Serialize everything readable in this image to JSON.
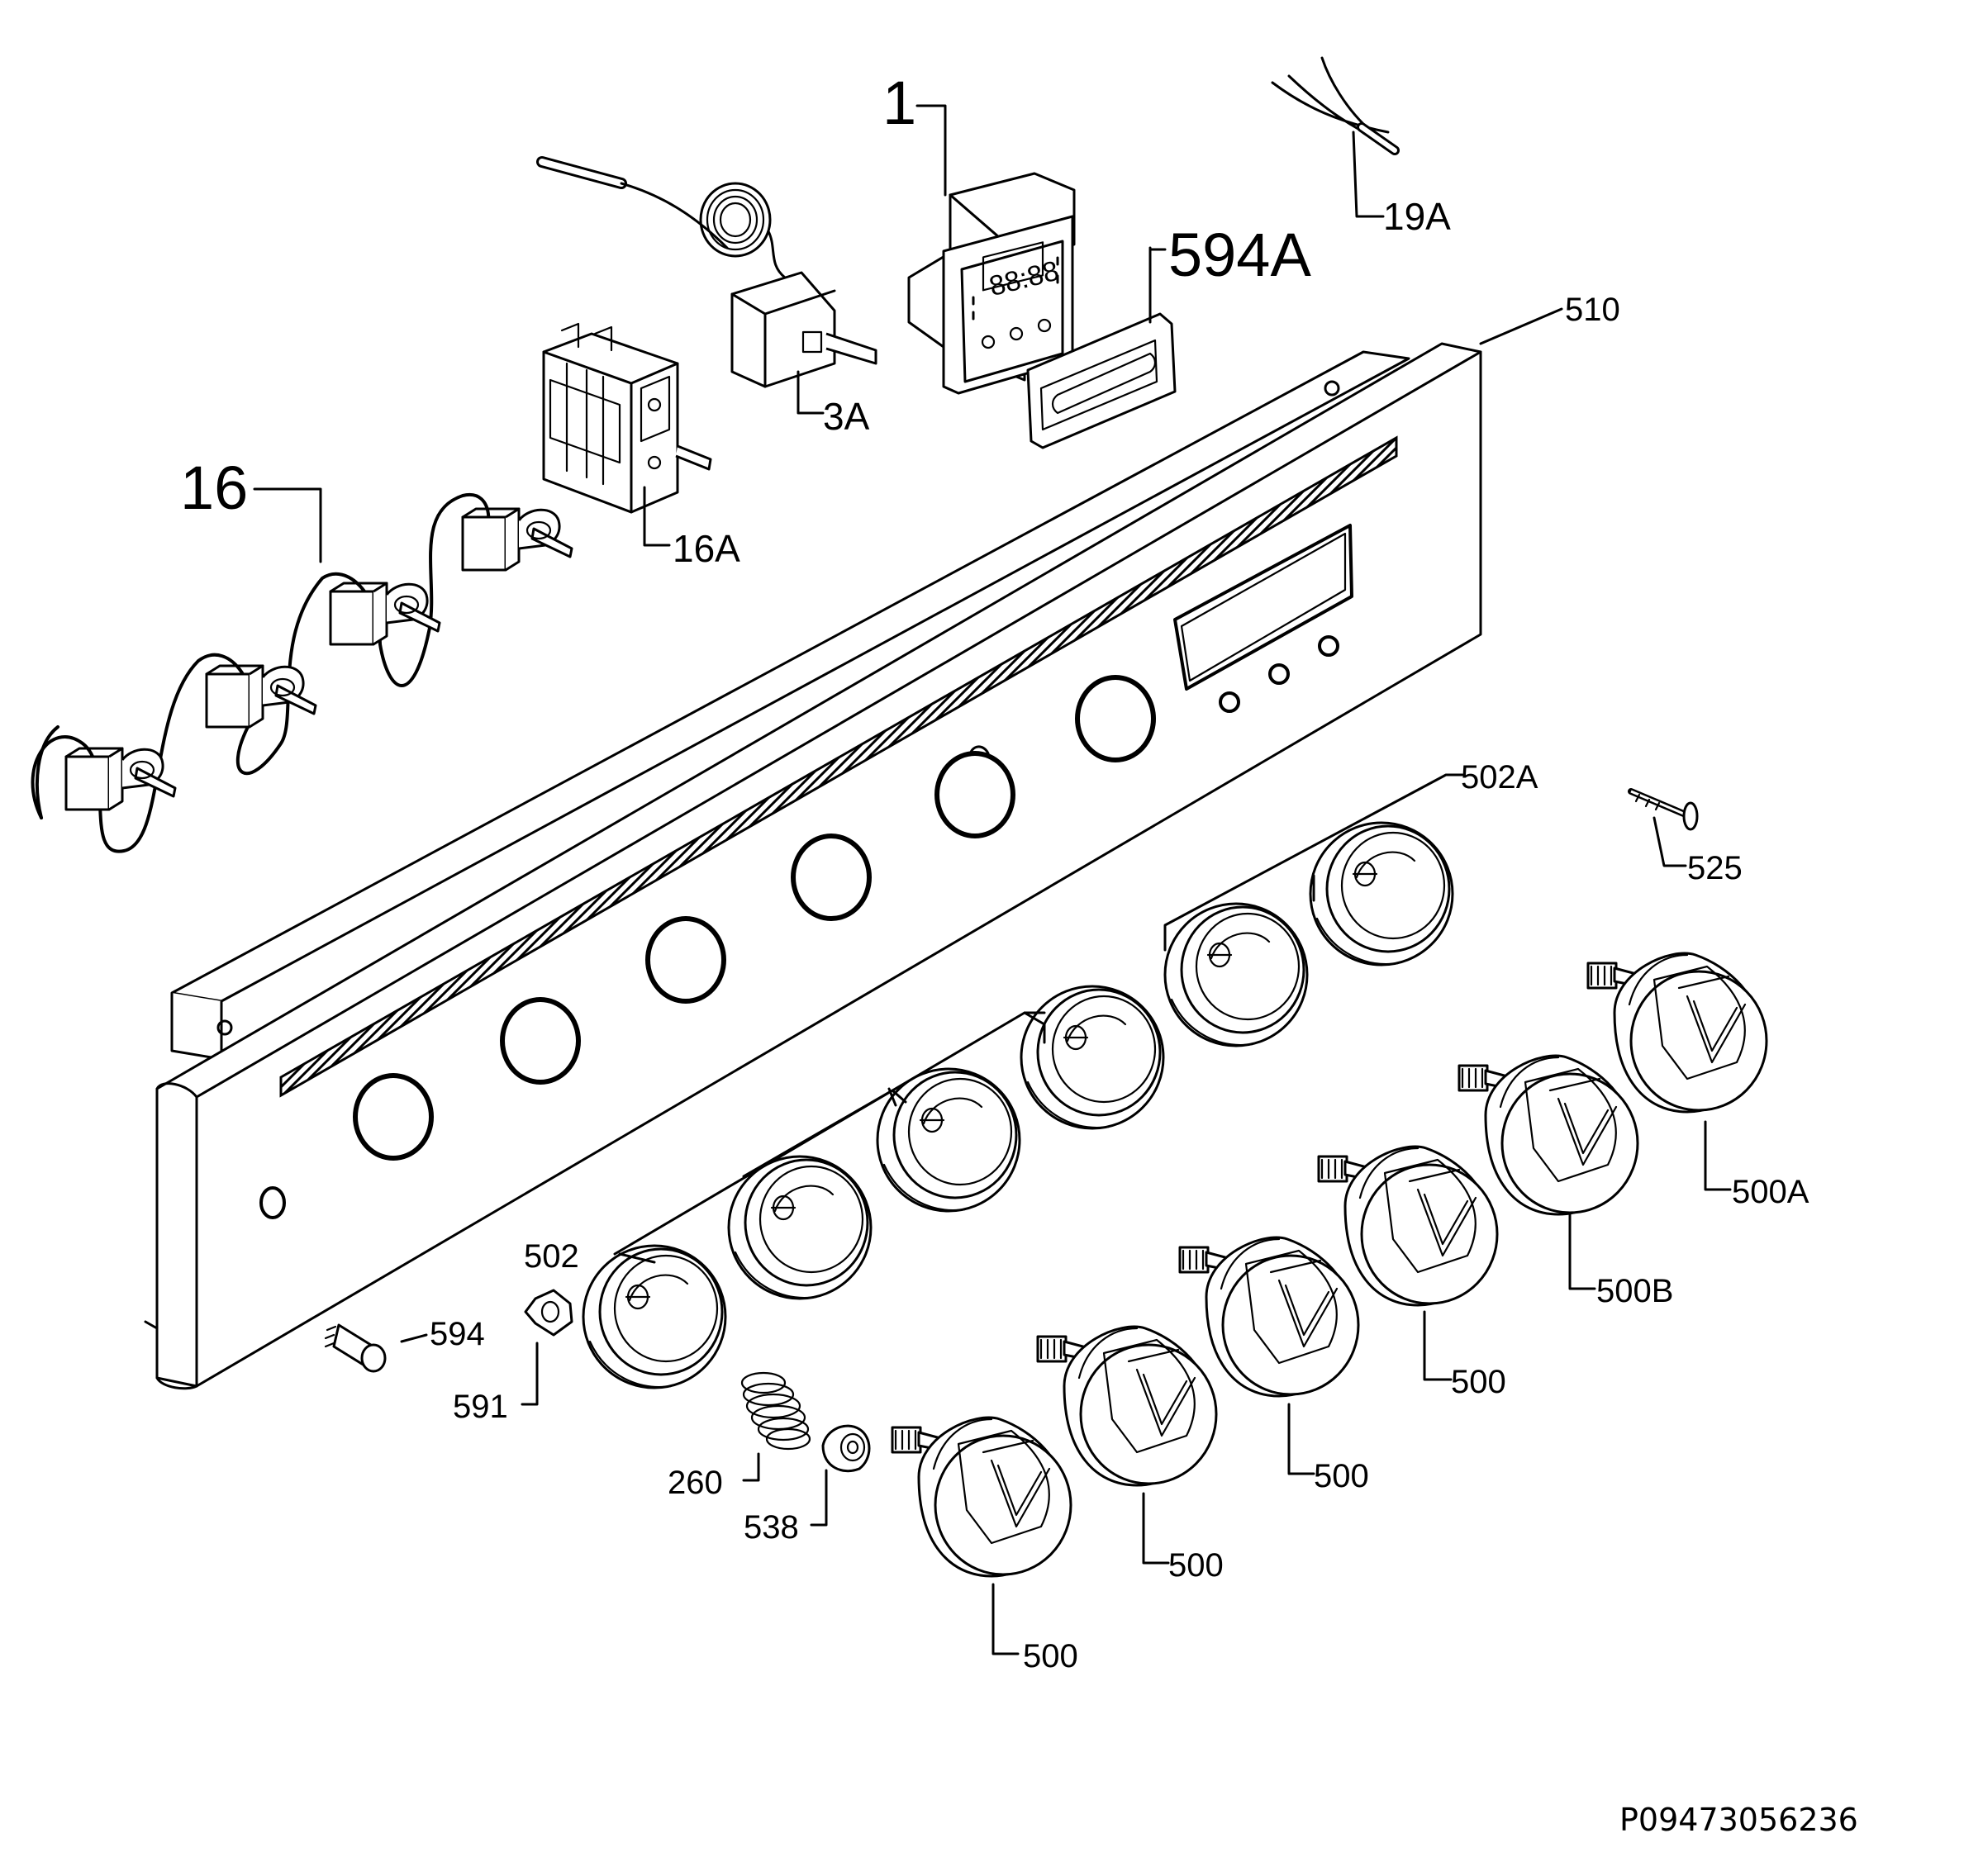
{
  "labels": {
    "l1": "1",
    "l19a": "19A",
    "l594a": "594A",
    "l3a": "3A",
    "l510": "510",
    "l16": "16",
    "l16a": "16A",
    "l502a": "502A",
    "l525": "525",
    "l500a": "500A",
    "l500b": "500B",
    "l500_1": "500",
    "l500_2": "500",
    "l500_3": "500",
    "l500_4": "500",
    "l500_5": "500",
    "l502": "502",
    "l594": "594",
    "l591": "591",
    "l260": "260",
    "l538": "538"
  },
  "code": "P09473056236",
  "display_digits": "88:88"
}
